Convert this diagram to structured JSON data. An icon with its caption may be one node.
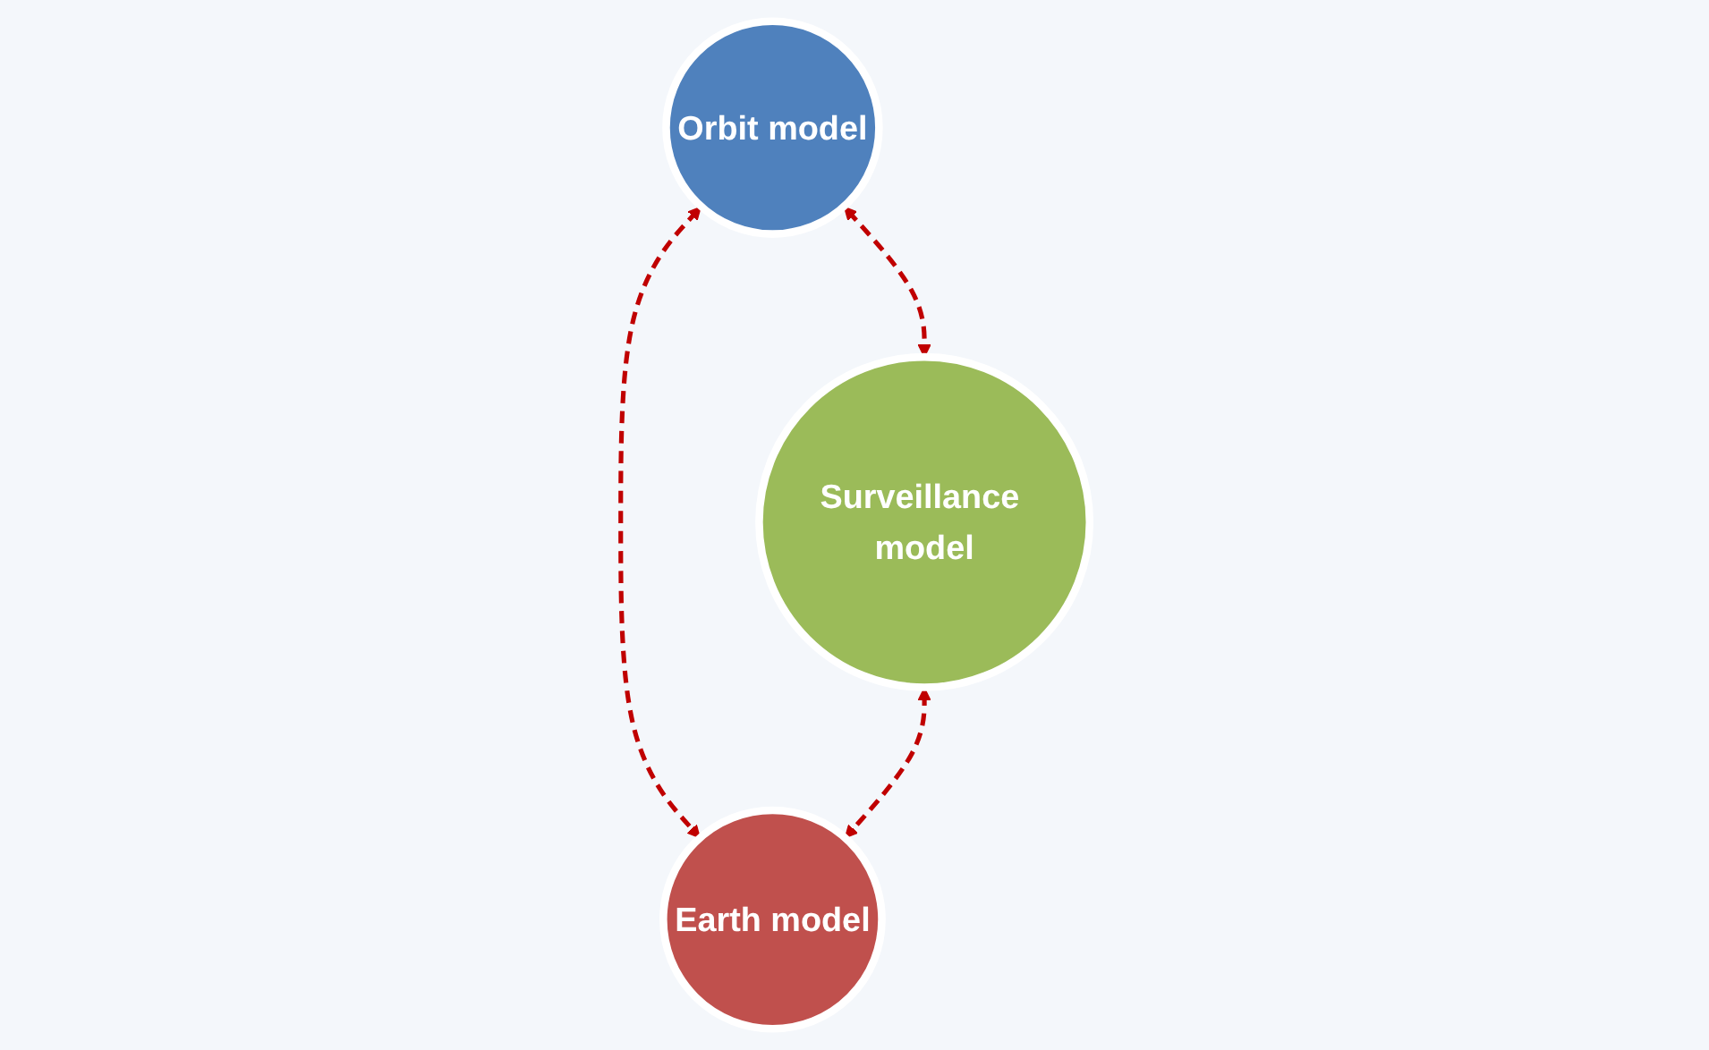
{
  "diagram": {
    "nodes": [
      {
        "text": [
          "Orbit model"
        ]
      },
      {
        "text": [
          "Surveillance model"
        ]
      },
      {
        "text": [
          "Earth model"
        ]
      }
    ],
    "edges": [
      {
        "from": 0,
        "to": 1,
        "arrow": "both",
        "style": "dashed"
      },
      {
        "from": 0,
        "to": 2,
        "arrow": "both",
        "style": "dashed"
      },
      {
        "from": 1,
        "to": 2,
        "arrow": "both",
        "style": "dashed"
      }
    ]
  }
}
